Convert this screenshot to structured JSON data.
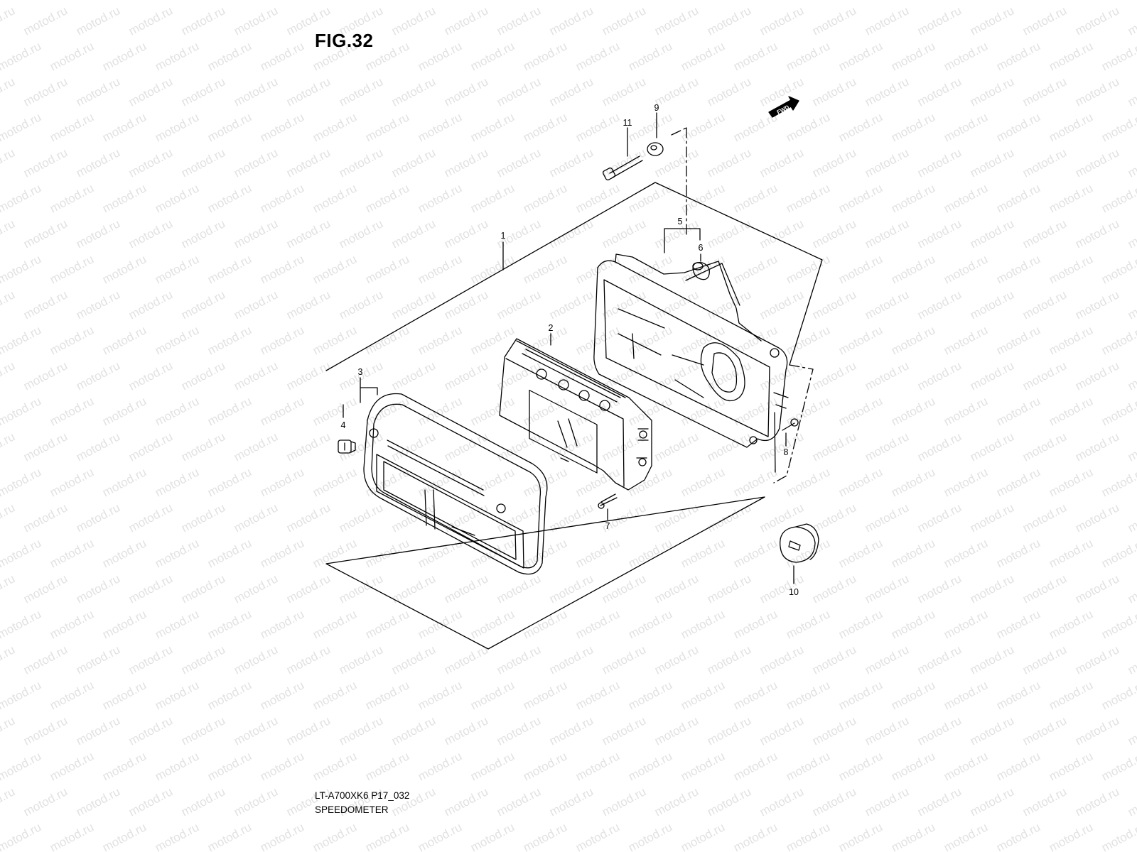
{
  "figure": {
    "title": "FIG.32",
    "code": "LT-A700XK6 P17_032",
    "name": "SPEEDOMETER"
  },
  "watermark": {
    "text": "motod.ru"
  },
  "fwd_badge": {
    "text": "FWD"
  },
  "callouts": [
    {
      "id": "1",
      "label": "1"
    },
    {
      "id": "2",
      "label": "2"
    },
    {
      "id": "3",
      "label": "3"
    },
    {
      "id": "4",
      "label": "4"
    },
    {
      "id": "5",
      "label": "5"
    },
    {
      "id": "6",
      "label": "6"
    },
    {
      "id": "7",
      "label": "7"
    },
    {
      "id": "8",
      "label": "8"
    },
    {
      "id": "9",
      "label": "9"
    },
    {
      "id": "10",
      "label": "10"
    },
    {
      "id": "11",
      "label": "11"
    }
  ],
  "colors": {
    "line": "#000000",
    "watermark": "#c8c8c8",
    "background": "#ffffff"
  }
}
